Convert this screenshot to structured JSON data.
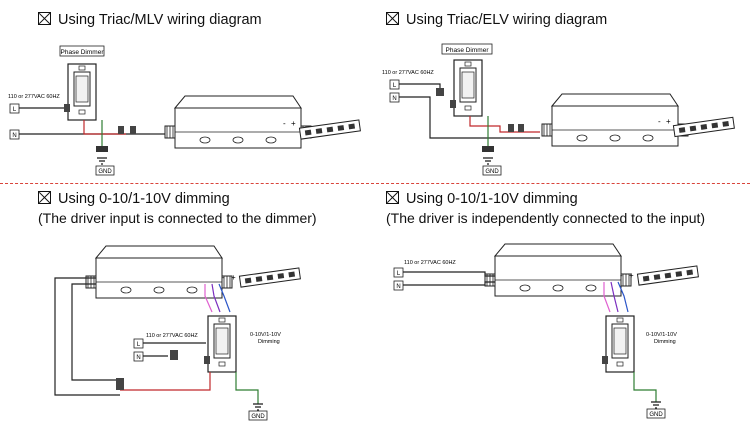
{
  "panels": {
    "tl": {
      "heading": "Using Triac/MLV wiring diagram"
    },
    "tr": {
      "heading": "Using Triac/ELV wiring diagram"
    },
    "bl": {
      "heading": "Using 0-10/1-10V dimming",
      "subheading": "(The driver input is connected to the dimmer)"
    },
    "br": {
      "heading": "Using 0-10/1-10V dimming",
      "subheading": "(The driver is independently connected to the input)"
    }
  },
  "labels": {
    "phase_dimmer": "Phase Dimmer",
    "voltage": "110 or 277VAC 60HZ",
    "line": "L",
    "neutral": "N",
    "ground": "GND",
    "dimming_1": "0-10V/1-10V",
    "dimming_2": "Dimming",
    "plus": "+",
    "minus": "-"
  },
  "colors": {
    "wire_black": "#222222",
    "wire_red": "#c0282b",
    "wire_green": "#2e7d32",
    "wire_purple": "#7b2fbf",
    "wire_pink": "#e060d0",
    "wire_blue": "#2b55c8",
    "divider": "#d9443b"
  }
}
